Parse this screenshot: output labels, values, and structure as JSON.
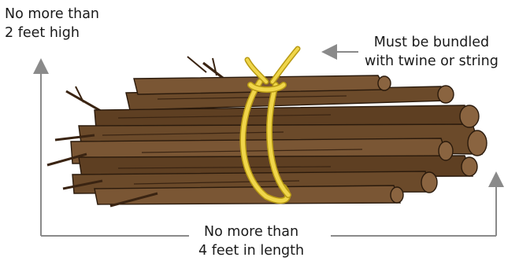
{
  "labels": {
    "height": [
      "No more than",
      "2 feet high"
    ],
    "bundle": [
      "Must be bundled",
      "with twine or string"
    ],
    "length": [
      "No more than",
      "4 feet in length"
    ]
  },
  "colors": {
    "wood": "#6b4a2a",
    "wood_dark": "#3a2412",
    "wood_light": "#8a6440",
    "twine": "#f0d64a",
    "twine_dark": "#b89a14",
    "arrow": "#8a8a8a",
    "text": "#1a1a1a"
  },
  "icons": {
    "height_arrow": "arrow-up-icon",
    "bundle_arrow": "arrow-left-icon",
    "length_arrow": "arrow-up-icon"
  }
}
